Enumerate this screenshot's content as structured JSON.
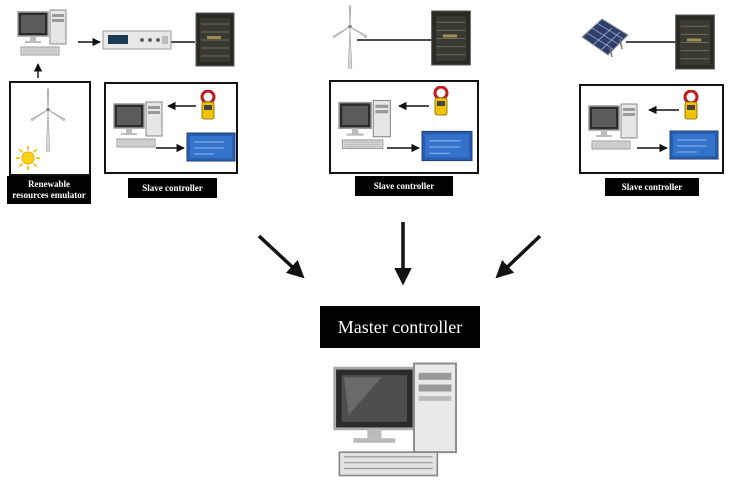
{
  "labels": {
    "emulator": "Renewable resources emulator",
    "slave1": "Slave controller",
    "slave2": "Slave controller",
    "slave3": "Slave controller",
    "master": "Master controller"
  }
}
